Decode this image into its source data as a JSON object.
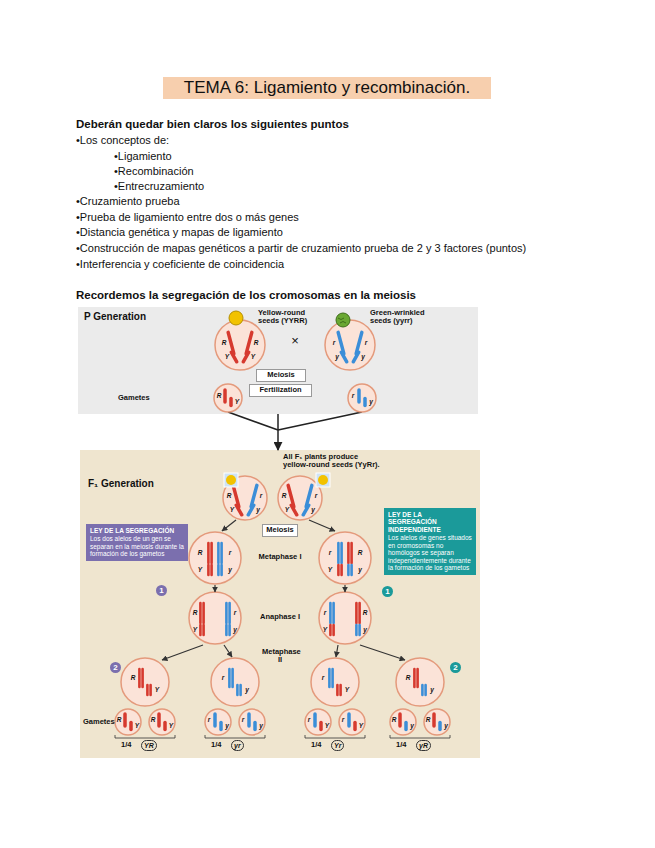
{
  "diagram": {
    "title": "TEMA 6: Ligamiento y recombinación.",
    "nodes": [
      {
        "text": [
          "P Generation"
        ]
      },
      {
        "text": [
          "Meiosis"
        ],
        "in": 0
      },
      {
        "text": [
          "Fertilization"
        ],
        "in": 0
      },
      {
        "text": [
          "F₁ Generation"
        ]
      },
      {
        "text": [
          "Meiosis"
        ],
        "in": 3
      },
      {
        "text": [
          "LEY DE LA SEGREGACIÓN",
          "Los dos alelos de un gen se separan en la meiosis durante la formación de los gametos"
        ],
        "in": 3
      },
      {
        "text": [
          "LEY DE LA SEGREGACIÓN INDEPENDIENTE",
          "Los alelos de genes situados en cromosomas no homólogos se separan independientemente durante la formación de los gametos"
        ],
        "in": 3
      }
    ],
    "edges": [
      {
        "from": 0,
        "to": 3,
        "arrow": "to"
      }
    ],
    "labels": [
      "Deberán quedar bien claros los siguientes puntos",
      "•Los conceptos de:",
      "•Ligamiento",
      "•Recombinación",
      "•Entrecruzamiento",
      "•Cruzamiento prueba",
      "•Prueba de ligamiento entre dos o más genes",
      "•Distancia genética y mapas de ligamiento",
      "•Construcción de mapas genéticos a partir de cruzamiento prueba de 2 y 3 factores (puntos)",
      "•Interferencia y coeficiente de coincidencia",
      "Recordemos la segregación de los cromosomas en la meiosis",
      "Yellow-round seeds (YYRR)",
      "Green-wrinkled seeds (yyrr)",
      "×",
      "Gametes",
      "All F₁ plants produce yellow-round seeds (YyRr).",
      "Metaphase I",
      "Anaphase I",
      "Metaphase II",
      "Gametes",
      "1",
      "1",
      "2",
      "2",
      "1/4",
      "YR",
      "1/4",
      "yr",
      "1/4",
      "Yr",
      "1/4",
      "yR",
      "R",
      "R",
      "Y",
      "Y",
      "r",
      "r",
      "y",
      "y",
      "R",
      "Y",
      "r",
      "y",
      "R",
      "r",
      "Y",
      "y",
      "R",
      "r",
      "Y",
      "y",
      "R",
      "r",
      "Y",
      "y",
      "r",
      "R",
      "Y",
      "y",
      "R",
      "r",
      "Y",
      "y",
      "r",
      "R",
      "Y",
      "y",
      "R",
      "Y",
      "r",
      "y",
      "r",
      "Y",
      "R",
      "y",
      "R",
      "Y",
      "R",
      "Y",
      "r",
      "y",
      "r",
      "y",
      "r",
      "Y",
      "r",
      "Y",
      "R",
      "y",
      "R",
      "y"
    ]
  }
}
